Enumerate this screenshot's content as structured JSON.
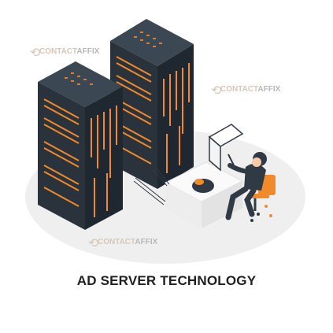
{
  "caption": "AD SERVER TECHNOLOGY",
  "watermark": {
    "part1": "CONTACT",
    "part2": "AFFIX"
  },
  "colors": {
    "server_body": "#2f3a45",
    "server_dark": "#1f2830",
    "accent_orange": "#f08a2a",
    "floor": "#eeeeee",
    "desk": "#f2f2f2",
    "text": "#1f1f1f",
    "watermark_a": "#d7c7b8",
    "watermark_b": "#b9b9b9"
  }
}
